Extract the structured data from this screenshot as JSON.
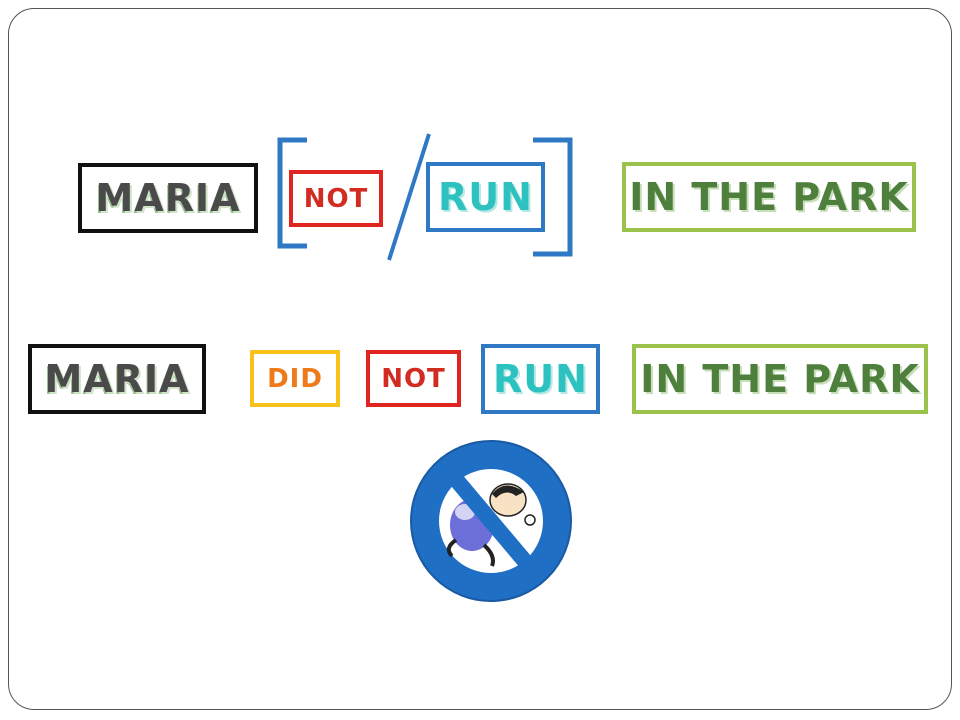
{
  "row1": {
    "subject": "MARIA",
    "negation": "NOT",
    "verb": "RUN",
    "place": "IN THE PARK"
  },
  "row2": {
    "subject": "MARIA",
    "auxiliary": "DID",
    "negation": "NOT",
    "verb": "RUN",
    "place": "IN THE PARK"
  },
  "icons": {
    "prohibition": "no-running-sign-icon",
    "figure": "running-person-icon"
  },
  "colors": {
    "subject_border": "#111111",
    "negation_border": "#e02420",
    "verb_border": "#2f78c4",
    "place_border": "#9bc24b",
    "auxiliary_border": "#f7c21a",
    "bracket": "#2f78c4",
    "prohibition_fill": "#1f6fc4"
  }
}
